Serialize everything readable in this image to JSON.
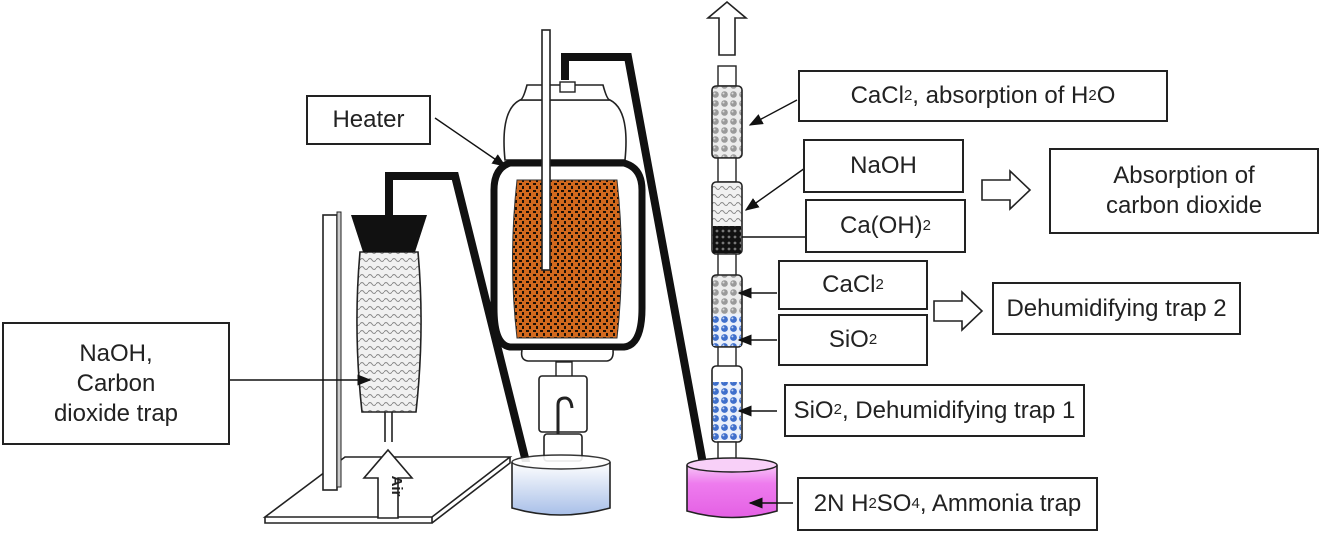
{
  "figure": {
    "description": "Apparatus for measuring carbon dioxide and ammonia emission from heated sample"
  },
  "labels": {
    "naoh_trap": "NaOH,\nCarbon\ndioxide trap",
    "heater": "Heater",
    "air": "Air",
    "cacl2_h2o": {
      "pre": "CaCl",
      "sub1": "2",
      "mid": ", absorption of H",
      "sub2": "2",
      "post": "O"
    },
    "naoh": "NaOH",
    "caoh2": {
      "pre": "Ca(OH)",
      "sub": "2"
    },
    "absorption_co2": "Absorption of\ncarbon dioxide",
    "cacl2": {
      "pre": "CaCl",
      "sub": "2"
    },
    "sio2": {
      "pre": "SiO",
      "sub": "2"
    },
    "dehumid_trap2": "Dehumidifying trap 2",
    "sio2_trap1": {
      "pre": "SiO",
      "sub": "2",
      "post": ", Dehumidifying trap 1"
    },
    "h2so4_trap": {
      "pre": "2N H",
      "sub1": "2",
      "mid": "SO",
      "sub2": "4",
      "post": ", Ammonia trap"
    }
  },
  "colors": {
    "outline": "#111111",
    "soil": "#c8601a",
    "naoh_fill": "#e6e6e6",
    "cacl2_fill": "#b8b8b8",
    "sio2_fill": "#4a78d0",
    "caoh2_fill": "#2a2a2a",
    "water": "#b9cbea",
    "acid": "#ee77ee"
  }
}
